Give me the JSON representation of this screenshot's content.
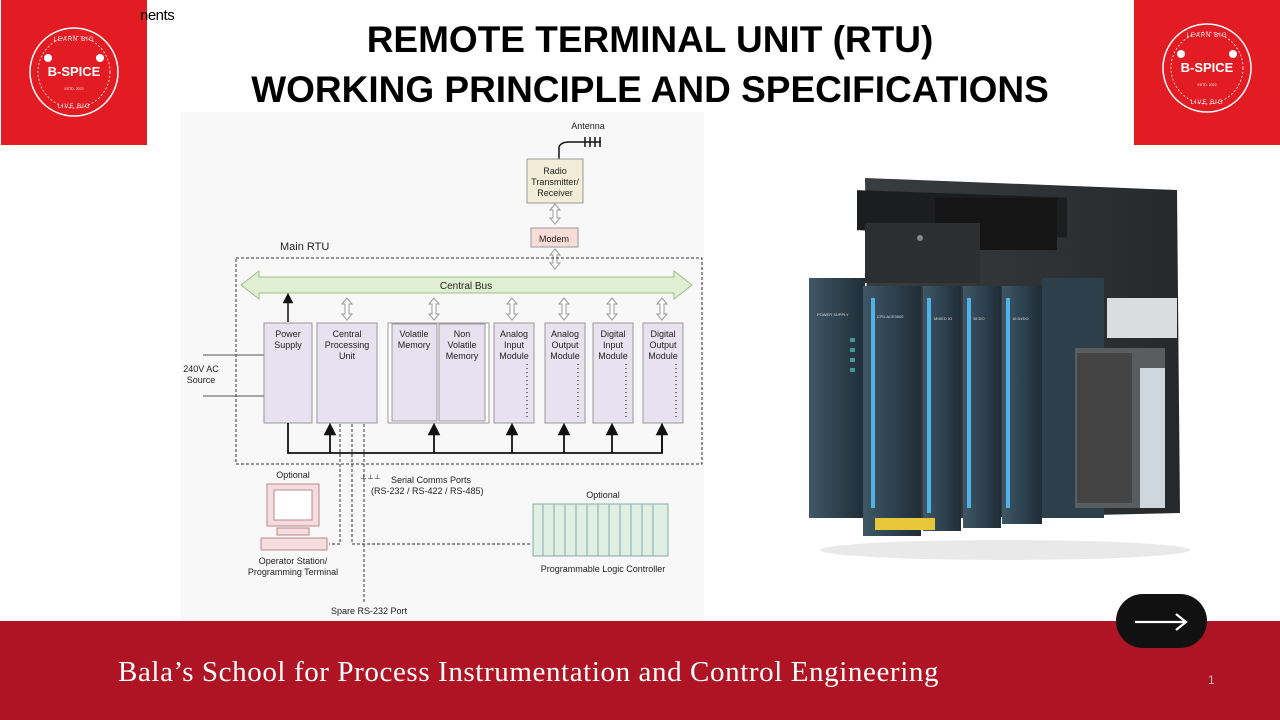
{
  "slide": {
    "corner_text": "nents",
    "title_line1": "REMOTE TERMINAL UNIT (RTU)",
    "title_line2": "WORKING PRINCIPLE AND SPECIFICATIONS",
    "footer": "Bala’s School for Process Instrumentation and Control Engineering",
    "page_number": "1"
  },
  "logo": {
    "brand": "B-SPICE",
    "arc_top": "LEARN BIG",
    "arc_bottom": "LIVE BIG",
    "est": "ESTD. 2022",
    "background": "#e31b23"
  },
  "diagram": {
    "antenna": "Antenna",
    "radio_line1": "Radio",
    "radio_line2": "Transmitter/",
    "radio_line3": "Receiver",
    "modem": "Modem",
    "main_rtu": "Main RTU",
    "central_bus": "Central Bus",
    "power_line1": "Power",
    "power_line2": "Supply",
    "cpu_line1": "Central",
    "cpu_line2": "Processing",
    "cpu_line3": "Unit",
    "vol_line1": "Volatile",
    "vol_line2": "Memory",
    "nonvol_line1": "Non",
    "nonvol_line2": "Volatile",
    "nonvol_line3": "Memory",
    "ai_line1": "Analog",
    "ai_line2": "Input",
    "ai_line3": "Module",
    "ao_line1": "Analog",
    "ao_line2": "Output",
    "ao_line3": "Module",
    "di_line1": "Digital",
    "di_line2": "Input",
    "di_line3": "Module",
    "do_line1": "Digital",
    "do_line2": "Output",
    "do_line3": "Module",
    "ac_line1": "240V AC",
    "ac_line2": "Source",
    "optional_left": "Optional",
    "optional_right": "Optional",
    "serial_line1": "Serial Comms Ports",
    "serial_line2": "(RS-232 / RS-422 / RS-485)",
    "operator_line1": "Operator Station/",
    "operator_line2": "Programming Terminal",
    "plc": "Programmable Logic Controller",
    "spare": "Spare RS-232 Port"
  },
  "photo": {
    "module_labels": [
      "POWER SUPPLY",
      "CPU ACE3600",
      "MIXED IO",
      "16 DO",
      "16 DI/DO"
    ]
  },
  "controls": {
    "next_icon": "right-arrow-icon"
  }
}
